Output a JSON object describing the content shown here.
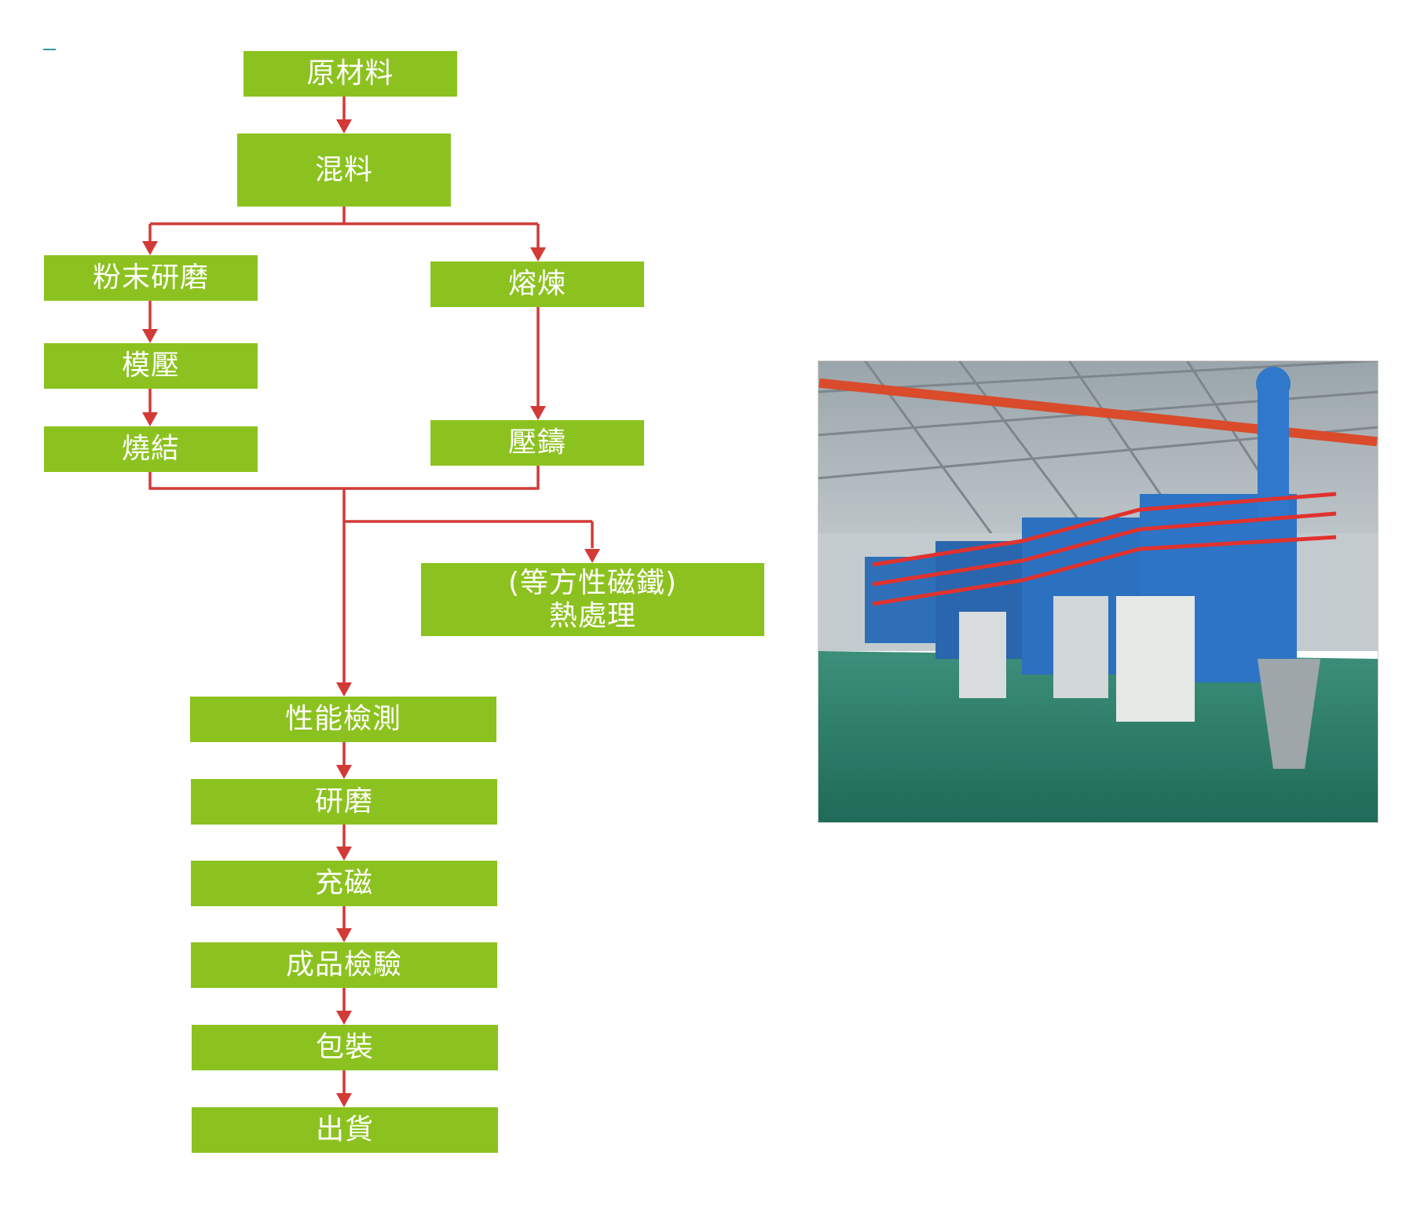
{
  "colors": {
    "box": "#8cc21f",
    "arrow": "#d23a36",
    "text": "#ffffff"
  },
  "flowchart": {
    "nodes": {
      "raw_material": "原材料",
      "mixing": "混料",
      "powder_milling": "粉末研磨",
      "smelting": "熔煉",
      "molding_press": "模壓",
      "die_casting": "壓鑄",
      "sintering": "燒結",
      "heat_treatment_line1": "(等方性磁鐵)",
      "heat_treatment_line2": "熱處理",
      "performance_test": "性能檢測",
      "grinding": "研磨",
      "magnetizing": "充磁",
      "final_inspection": "成品檢驗",
      "packaging": "包裝",
      "shipping": "出貨"
    }
  },
  "photo": {
    "subject": "factory-production-line"
  }
}
